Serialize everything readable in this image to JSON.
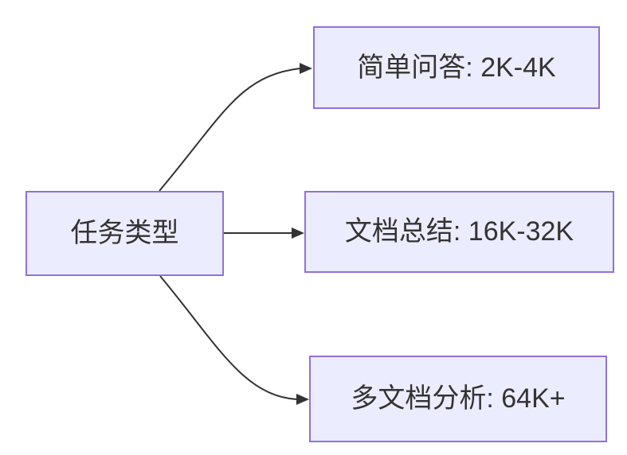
{
  "diagram": {
    "type": "flowchart",
    "direction": "LR",
    "nodes": {
      "root": {
        "id": "root",
        "label": "任务类型"
      },
      "branch1": {
        "id": "branch1",
        "label": "简单问答: 2K-4K"
      },
      "branch2": {
        "id": "branch2",
        "label": "文档总结: 16K-32K"
      },
      "branch3": {
        "id": "branch3",
        "label": "多文档分析: 64K+"
      }
    },
    "edges": [
      {
        "from": "root",
        "to": "branch1",
        "arrow": "filled-triangle"
      },
      {
        "from": "root",
        "to": "branch2",
        "arrow": "filled-triangle"
      },
      {
        "from": "root",
        "to": "branch3",
        "arrow": "filled-triangle"
      }
    ],
    "colors": {
      "node_fill": "#ECECFF",
      "node_border": "#9370DB",
      "edge_stroke": "#333333",
      "text": "#333333",
      "background": "#FFFFFF"
    }
  }
}
